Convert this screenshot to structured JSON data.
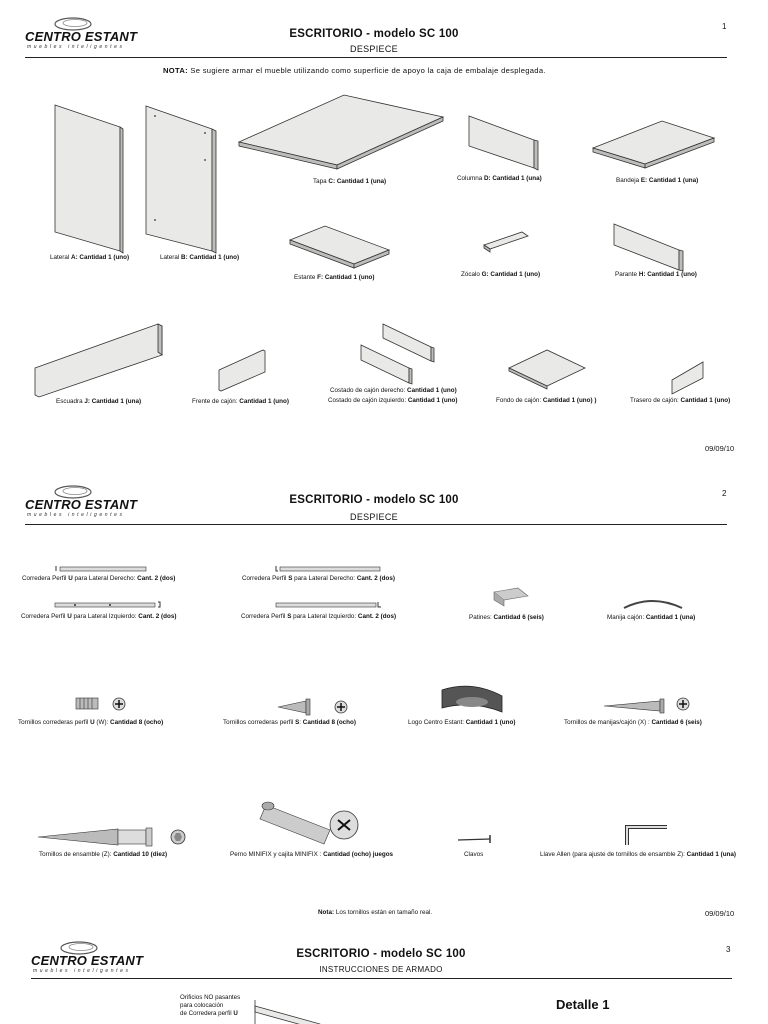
{
  "brand": {
    "name": "CENTRO ESTANT",
    "tagline": "muebles inteligentes"
  },
  "page1": {
    "title": "ESCRITORIO - modelo SC 100",
    "subtitle": "DESPIECE",
    "page_number": "1",
    "note_label": "NOTA:",
    "note_text": "Se sugiere armar el mueble utilizando como superficie de apoyo la caja de embalaje desplegada.",
    "date": "09/09/10",
    "parts": {
      "lateral_a": {
        "pre": "Lateral ",
        "letter": "A:",
        "qty": "Cantidad 1 (uno)"
      },
      "lateral_b": {
        "pre": "Lateral ",
        "letter": "B:",
        "qty": "Cantidad 1 (uno)"
      },
      "tapa_c": {
        "pre": "Tapa ",
        "letter": "C:",
        "qty": "Cantidad 1 (una)"
      },
      "columna_d": {
        "pre": "Columna ",
        "letter": "D:",
        "qty": "Cantidad 1 (una)"
      },
      "bandeja_e": {
        "pre": "Bandeja ",
        "letter": "E:",
        "qty": "Cantidad 1 (una)"
      },
      "estante_f": {
        "pre": "Estante ",
        "letter": "F:",
        "qty": "Cantidad 1 (uno)"
      },
      "zocalo_g": {
        "pre": "Zócalo ",
        "letter": "G:",
        "qty": "Cantidad 1 (uno)"
      },
      "parante_h": {
        "pre": "Parante ",
        "letter": "H:",
        "qty": "Cantidad 1 (uno)"
      },
      "escuadra_j": {
        "pre": "Escuadra ",
        "letter": "J:",
        "qty": "Cantidad 1 (una)"
      },
      "frente": {
        "pre": "Frente de cajón: ",
        "qty": "Cantidad 1 (uno)"
      },
      "costado_der": {
        "pre": "Costado de cajón derecho: ",
        "qty": "Cantidad 1 (uno)"
      },
      "costado_izq": {
        "pre": "Costado de cajón izquierdo: ",
        "qty": "Cantidad 1 (uno)"
      },
      "fondo": {
        "pre": "Fondo de cajón: ",
        "qty": "Cantidad 1 (uno) )"
      },
      "trasero": {
        "pre": "Trasero de cajón: ",
        "qty": "Cantidad 1 (uno)"
      }
    }
  },
  "page2": {
    "title": "ESCRITORIO - modelo SC 100",
    "subtitle": "DESPIECE",
    "page_number": "2",
    "date": "09/09/10",
    "note_label": "Nota:",
    "note_text": "Los tornillos están en tamaño real.",
    "items": {
      "corr_u_der": {
        "pre": "Corredera Perfil ",
        "letter": "U",
        "mid": " para Lateral Derecho: ",
        "qty": "Cant. 2 (dos)"
      },
      "corr_s_der": {
        "pre": "Corredera Perfil ",
        "letter": "S",
        "mid": " para Lateral Derecho: ",
        "qty": "Cant. 2 (dos)"
      },
      "corr_u_izq": {
        "pre": "Corredera Perfil ",
        "letter": "U",
        "mid": " para Lateral Izquierdo: ",
        "qty": "Cant. 2 (dos)"
      },
      "corr_s_izq": {
        "pre": "Corredera Perfil ",
        "letter": "S",
        "mid": " para Lateral Izquierdo: ",
        "qty": "Cant. 2 (dos)"
      },
      "patines": {
        "pre": "Patines: ",
        "qty": "Cantidad 6 (seis)"
      },
      "manija": {
        "pre": "Manija cajón: ",
        "qty": "Cantidad 1 (una)"
      },
      "torn_u": {
        "pre": "Tornillos correderas perfil ",
        "letter": "U",
        "mid": " (W): ",
        "qty": "Cantidad 8 (ocho)"
      },
      "torn_s": {
        "pre": "Tornillos correderas perfil ",
        "letter": "S",
        "mid": ": ",
        "qty": "Cantidad 8 (ocho)"
      },
      "logo": {
        "pre": "Logo Centro Estant: ",
        "qty": "Cantidad 1 (uno)"
      },
      "torn_manijas": {
        "pre": "Tornillos de manijas/cajón (X) : ",
        "qty": "Cantidad 6 (seis)"
      },
      "torn_ensamble": {
        "pre": "Tornillos de ensamble (Z): ",
        "qty": "Cantidad 10 (diez)"
      },
      "perno": {
        "pre": "Perno MINIFIX y cajita MINIFIX : ",
        "qty": "Cantidad (ocho) juegos"
      },
      "clavos": {
        "pre": "Clavos",
        "qty": ""
      },
      "llave": {
        "pre": "Llave Allen (para ajuste de tornillos de ensamble Z): ",
        "qty": "Cantidad 1 (una)"
      }
    }
  },
  "page3": {
    "title": "ESCRITORIO - modelo SC 100",
    "subtitle": "INSTRUCCIONES DE ARMADO",
    "page_number": "3",
    "detail": "Detalle 1",
    "holes_note": [
      "Orificios NO pasantes",
      "para colocación",
      "de Corredera perfil "
    ],
    "holes_letter": "U"
  }
}
